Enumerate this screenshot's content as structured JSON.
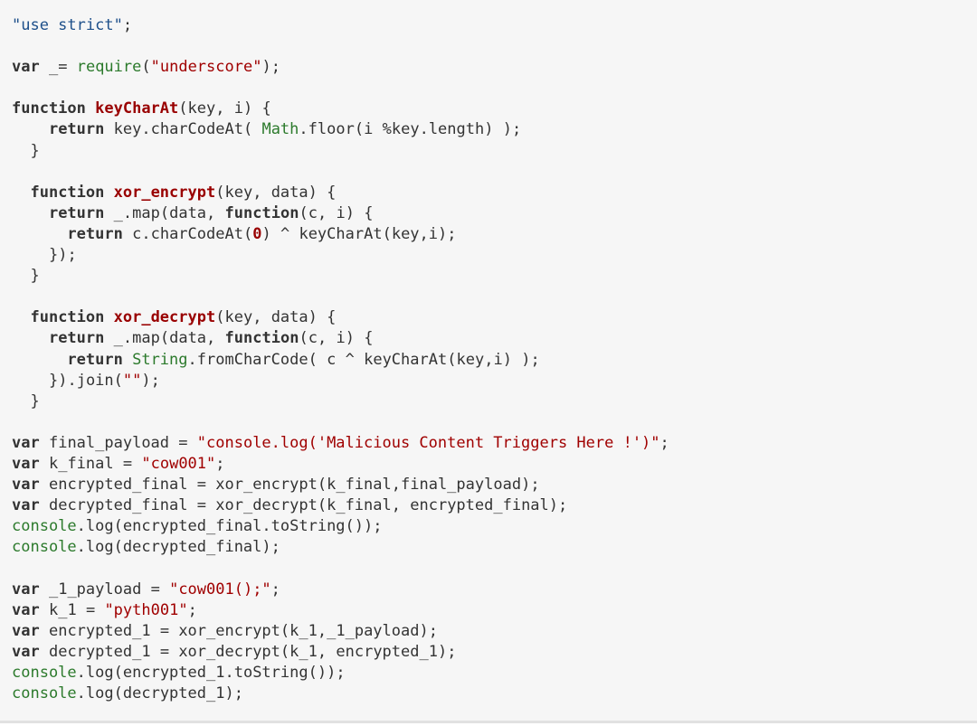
{
  "code": {
    "language": "JavaScript",
    "lines": [
      "\"use strict\";",
      "",
      "var _= require(\"underscore\");",
      "",
      "function keyCharAt(key, i) {",
      "    return key.charCodeAt( Math.floor(i %key.length) );",
      "  }",
      "",
      "  function xor_encrypt(key, data) {",
      "    return _.map(data, function(c, i) {",
      "      return c.charCodeAt(0) ^ keyCharAt(key,i);",
      "    });",
      "  }",
      "",
      "  function xor_decrypt(key, data) {",
      "    return _.map(data, function(c, i) {",
      "      return String.fromCharCode( c ^ keyCharAt(key,i) );",
      "    }).join(\"\");",
      "  }",
      "",
      "var final_payload = \"console.log('Malicious Content Triggers Here !')\";",
      "var k_final = \"cow001\";",
      "var encrypted_final = xor_encrypt(k_final,final_payload);",
      "var decrypted_final = xor_decrypt(k_final, encrypted_final);",
      "console.log(encrypted_final.toString());",
      "console.log(decrypted_final);",
      "",
      "var _1_payload = \"cow001();\";",
      "var k_1 = \"pyth001\";",
      "var encrypted_1 = xor_encrypt(k_1,_1_payload);",
      "var decrypted_1 = xor_decrypt(k_1, encrypted_1);",
      "console.log(encrypted_1.toString());",
      "console.log(decrypted_1);"
    ]
  },
  "colors": {
    "background": "#f6f6f6",
    "text": "#333333",
    "keyword": "#333333",
    "function_name": "#990000",
    "string": "#a00000",
    "directive_string": "#1d4f8a",
    "builtin": "#2c7a2c",
    "number": "#990000"
  }
}
